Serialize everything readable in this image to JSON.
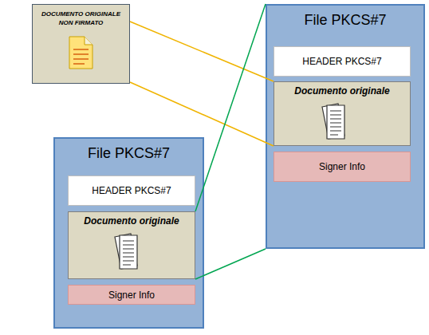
{
  "diagram": {
    "nodes": [
      {
        "text": [
          "DOCUMENTO ORIGINALE NON FIRMATO"
        ]
      },
      {
        "text": [
          "File PKCS#7"
        ]
      },
      {
        "text": [
          "HEADER PKCS#7"
        ],
        "in": 1
      },
      {
        "text": [
          "Documento originale"
        ],
        "in": 1
      },
      {
        "text": [
          "Signer Info"
        ],
        "in": 1
      },
      {
        "text": [
          "File PKCS#7"
        ]
      },
      {
        "text": [
          "HEADER PKCS#7"
        ],
        "in": 5
      },
      {
        "text": [
          "Documento originale"
        ],
        "in": 5
      },
      {
        "text": [
          "Signer Info"
        ],
        "in": 5
      }
    ],
    "edges": [
      {
        "from": 0,
        "to": 3,
        "arrow": "none"
      },
      {
        "from": 0,
        "to": 3,
        "arrow": "none"
      },
      {
        "from": 7,
        "to": 1,
        "arrow": "none"
      },
      {
        "from": 7,
        "to": 1,
        "arrow": "none"
      }
    ]
  }
}
